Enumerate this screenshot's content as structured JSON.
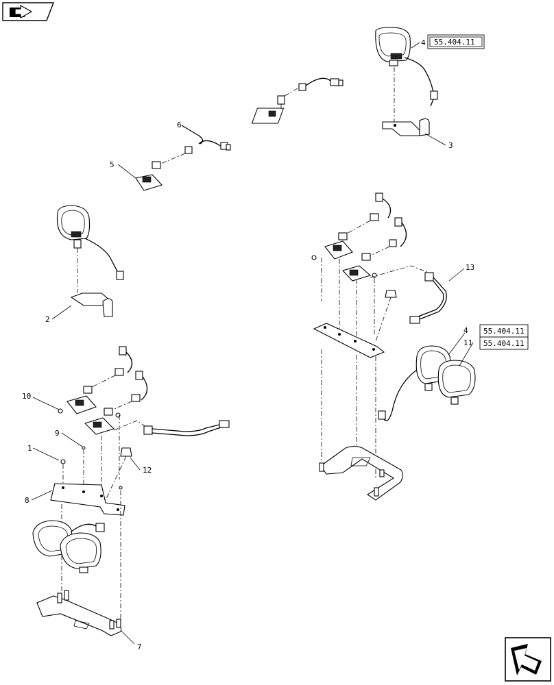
{
  "nav": {
    "top_icon": "book-arrow-icon",
    "bottom_icon": "return-arrow-icon"
  },
  "callouts": {
    "c1": "1",
    "c2": "2",
    "c3": "3",
    "c4a": "4",
    "c4b": "4",
    "c5": "5",
    "c6": "6",
    "c7": "7",
    "c8": "8",
    "c9": "9",
    "c10": "10",
    "c11": "11",
    "c12": "12",
    "c13": "13"
  },
  "references": {
    "ref_top": "55.404.11",
    "ref_mid_a": "55.404.11",
    "ref_mid_b": "55.404.11"
  }
}
